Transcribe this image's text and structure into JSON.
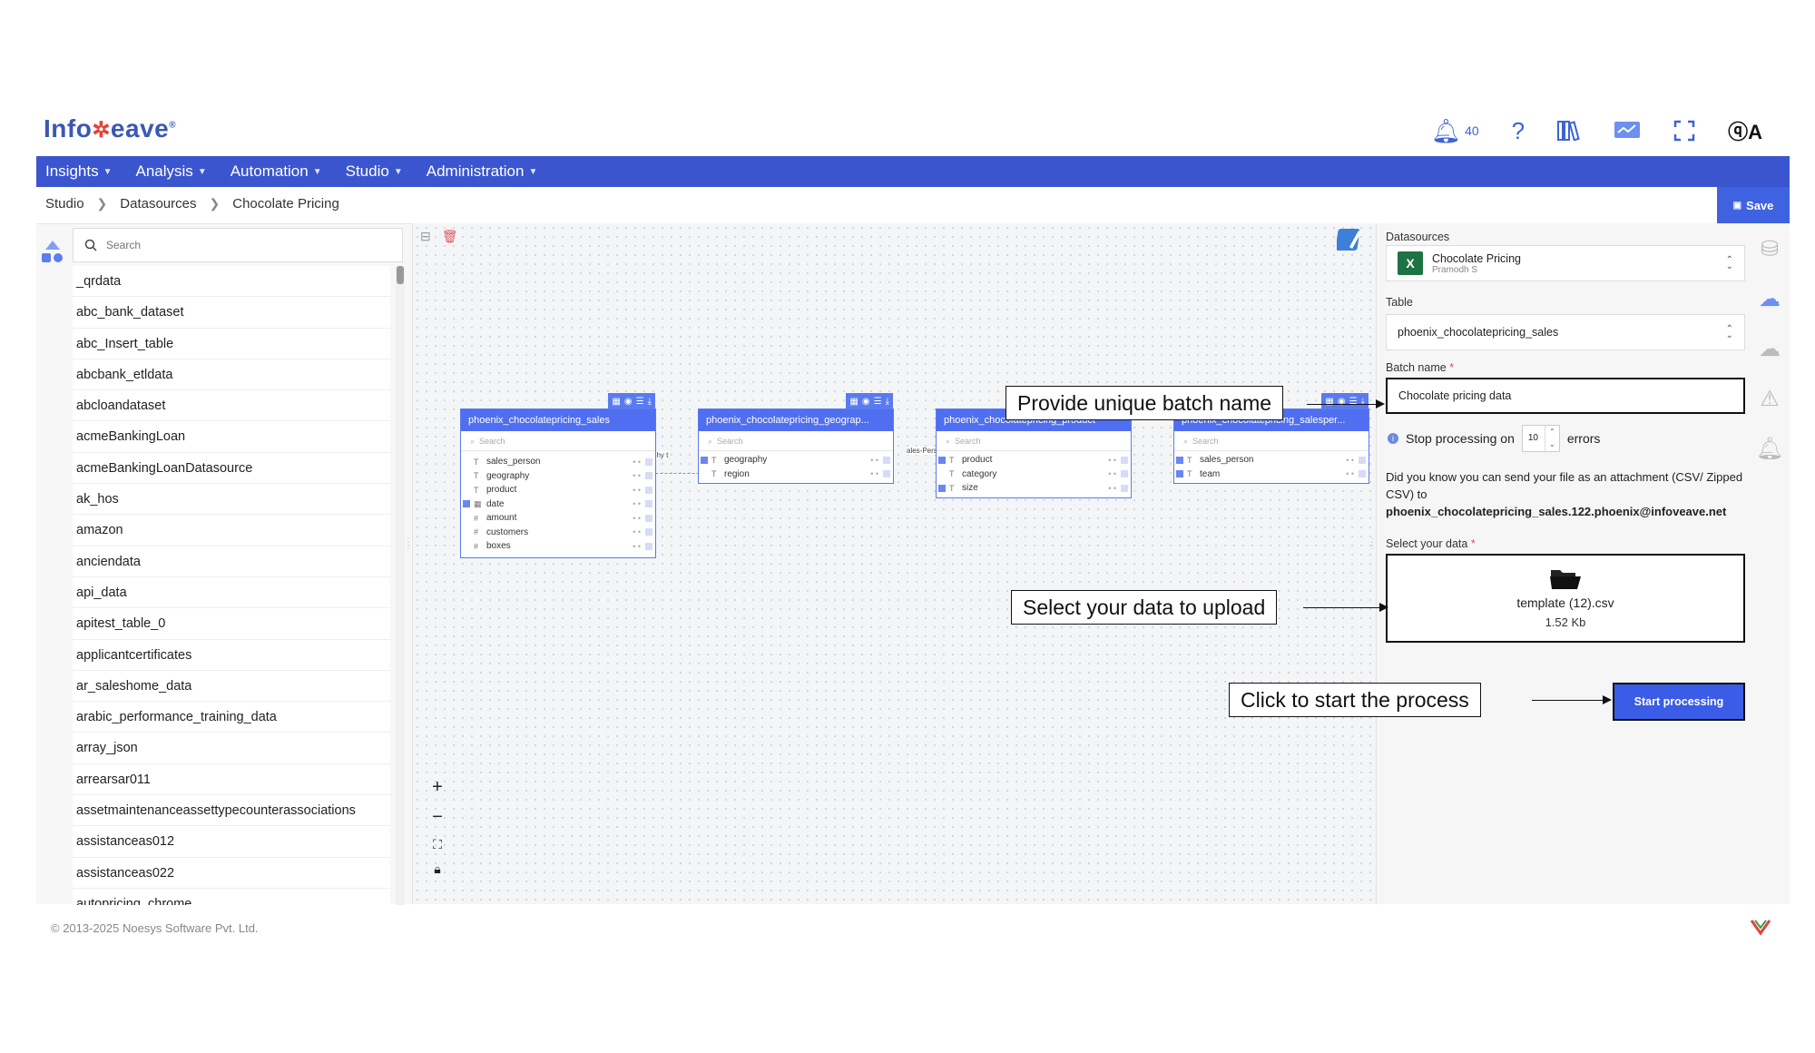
{
  "header": {
    "logo_text_a": "Info",
    "logo_text_b": "eave",
    "notification_count": "40"
  },
  "menu": [
    {
      "label": "Insights"
    },
    {
      "label": "Analysis"
    },
    {
      "label": "Automation"
    },
    {
      "label": "Studio"
    },
    {
      "label": "Administration"
    }
  ],
  "breadcrumb": [
    "Studio",
    "Datasources",
    "Chocolate Pricing"
  ],
  "toolbar": {
    "save_label": "Save"
  },
  "left_panel": {
    "search_placeholder": "Search",
    "items": [
      "_qrdata",
      "abc_bank_dataset",
      "abc_Insert_table",
      "abcbank_etldata",
      "abcloandataset",
      "acmeBankingLoan",
      "acmeBankingLoanDatasource",
      "ak_hos",
      "amazon",
      "anciendata",
      "api_data",
      "apitest_table_0",
      "applicantcertificates",
      "ar_saleshome_data",
      "arabic_performance_training_data",
      "array_json",
      "arrearsar011",
      "assetmaintenanceassettypecounterassociations",
      "assistanceas012",
      "assistanceas022",
      "autopricing_chrome"
    ]
  },
  "canvas": {
    "tables": [
      {
        "title": "phoenix_chocolatepricing_sales",
        "search": "Search",
        "columns": [
          {
            "name": "sales_person",
            "type": "T"
          },
          {
            "name": "geography",
            "type": "T"
          },
          {
            "name": "product",
            "type": "T"
          },
          {
            "name": "date",
            "type": "▦"
          },
          {
            "name": "amount",
            "type": "#"
          },
          {
            "name": "customers",
            "type": "#"
          },
          {
            "name": "boxes",
            "type": "#"
          }
        ]
      },
      {
        "title": "phoenix_chocolatepricing_geograp...",
        "search": "Search",
        "columns": [
          {
            "name": "geography",
            "type": "T"
          },
          {
            "name": "region",
            "type": "T"
          }
        ]
      },
      {
        "title": "phoenix_chocolatepricing_product",
        "search": "Search",
        "columns": [
          {
            "name": "product",
            "type": "T"
          },
          {
            "name": "category",
            "type": "T"
          },
          {
            "name": "size",
            "type": "T"
          }
        ]
      },
      {
        "title": "phoenix_chocolatepricing_salesper...",
        "search": "Search",
        "columns": [
          {
            "name": "sales_person",
            "type": "T"
          },
          {
            "name": "team",
            "type": "T"
          }
        ]
      }
    ],
    "link_labels": [
      "ography t",
      "ales-Perso"
    ]
  },
  "right_panel": {
    "datasources_label": "Datasources",
    "datasource_name": "Chocolate Pricing",
    "datasource_owner": "Pramodh S",
    "table_label": "Table",
    "table_value": "phoenix_chocolatepricing_sales",
    "batch_label": "Batch name",
    "batch_required": "*",
    "batch_value": "Chocolate pricing data",
    "stop_prefix": "Stop processing on",
    "stop_value": "10",
    "stop_suffix": "errors",
    "tip_text": "Did you know you can send your file as an attachment (CSV/ Zipped CSV) to",
    "tip_email": "phoenix_chocolatepricing_sales.122.phoenix@infoveave.net",
    "select_label": "Select your data",
    "select_required": "*",
    "file_name": "template (12).csv",
    "file_size": "1.52 Kb",
    "start_label": "Start processing"
  },
  "callouts": {
    "batch": "Provide unique batch name",
    "data": "Select your data to upload",
    "start": "Click to start the process"
  },
  "footer": {
    "copyright": "© 2013-2025 Noesys Software Pvt. Ltd."
  },
  "colors": {
    "brand": "#3b55cf",
    "accent": "#3f63e0",
    "table_header": "#4f6ff0"
  }
}
